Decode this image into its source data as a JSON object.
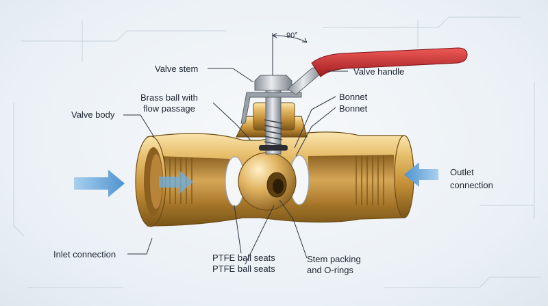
{
  "labels": {
    "angle": "90°",
    "valve_stem": "Valve stem",
    "valve_handle": "Valve handle",
    "brass_ball_line1": "Brass ball with",
    "brass_ball_line2": "flow passage",
    "bonnet_1": "Bonnet",
    "bonnet_2": "Bonnet",
    "valve_body": "Valve body",
    "outlet_line1": "Outlet",
    "outlet_line2": "connection",
    "inlet": "Inlet connection",
    "seats_1": "PTFE ball seats",
    "seats_2": "PTFE ball seats",
    "packing_line1": "Stem packing",
    "packing_line2": "and O-rings"
  },
  "colors": {
    "brass_light": "#f1d79a",
    "brass_mid": "#c9973f",
    "brass_dark": "#7a5518",
    "handle_red": "#c8262b",
    "flow_arrow": "#5b9fd6",
    "ptfe_white": "#f4f6f8",
    "steel": "#a8aeb6"
  },
  "icons": [
    "inlet-flow-arrow-icon",
    "outlet-flow-arrow-icon",
    "internal-flow-arrow-icon",
    "rotation-arc-icon"
  ]
}
